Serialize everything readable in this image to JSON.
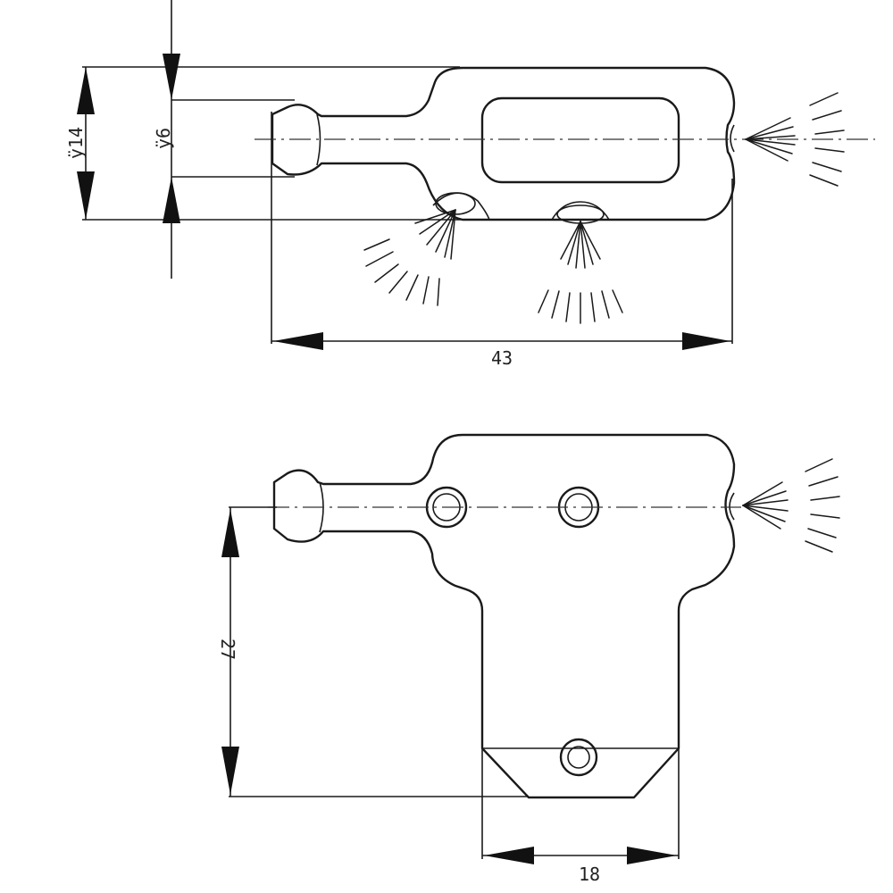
{
  "dimensions": {
    "d14": "ÿ14",
    "d6": "ÿ6",
    "len43": "43",
    "h27": "27",
    "w18": "18"
  },
  "colors": {
    "line": "#1a1a1a",
    "background": "#ffffff"
  }
}
